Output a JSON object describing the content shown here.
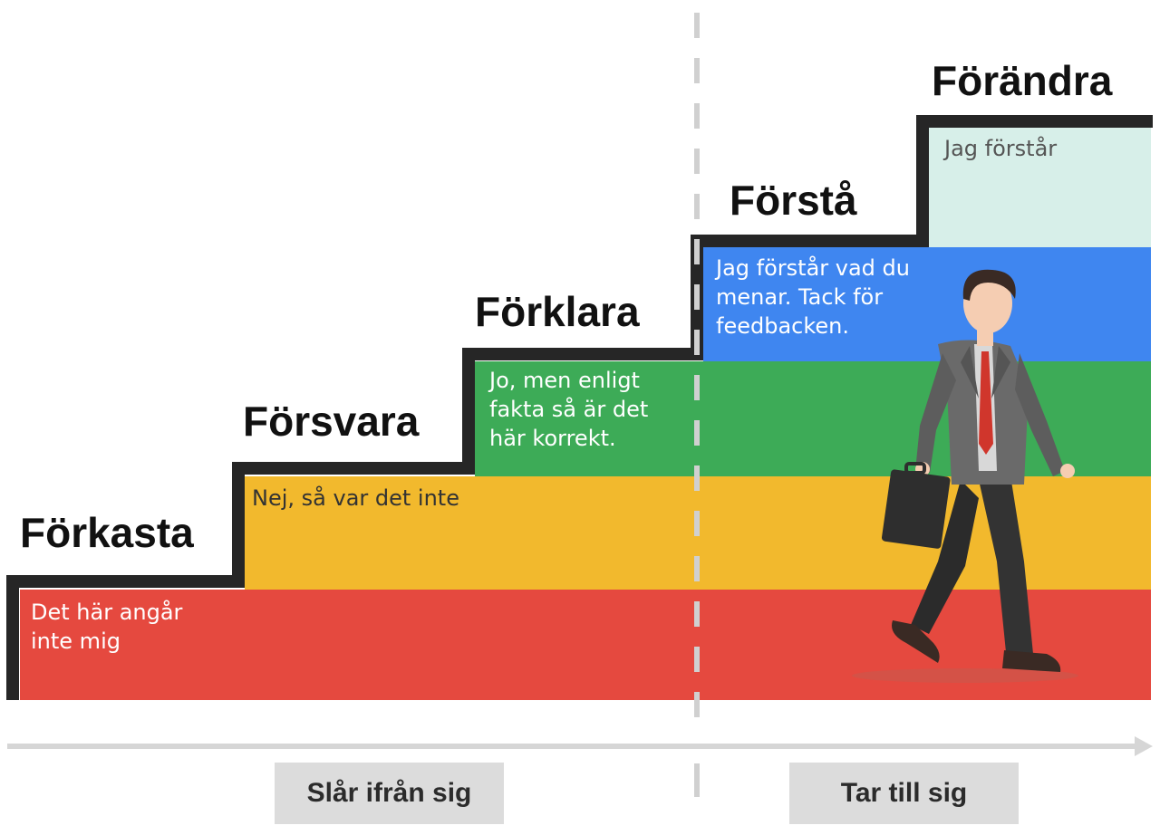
{
  "steps": [
    {
      "title": "Förkasta",
      "text": "Det här angår inte mig",
      "color": "#e5493f"
    },
    {
      "title": "Försvara",
      "text": "Nej, så var det inte",
      "color": "#f2b92d"
    },
    {
      "title": "Förklara",
      "text": "Jo, men enligt fakta så är det här korrekt.",
      "color": "#3dab57"
    },
    {
      "title": "Förstå",
      "text": "Jag förstår vad du menar. Tack för feedbacken.",
      "color": "#3f86f0"
    },
    {
      "title": "Förändra",
      "text": "Jag förstår",
      "color": "#d7efe9"
    }
  ],
  "lines": {
    "s1": "Det här angår",
    "s1b": "inte mig",
    "s3a": "Jo, men enligt",
    "s3b": "fakta så är det",
    "s3c": "här korrekt.",
    "s4a": "Jag förstår vad du",
    "s4b": "menar. Tack för",
    "s4c": "feedbacken."
  },
  "phases": {
    "left": "Slår ifrån sig",
    "right": "Tar till sig"
  },
  "icons": {
    "figure": "businessman-walking-icon",
    "arrow": "arrow-right-icon"
  }
}
